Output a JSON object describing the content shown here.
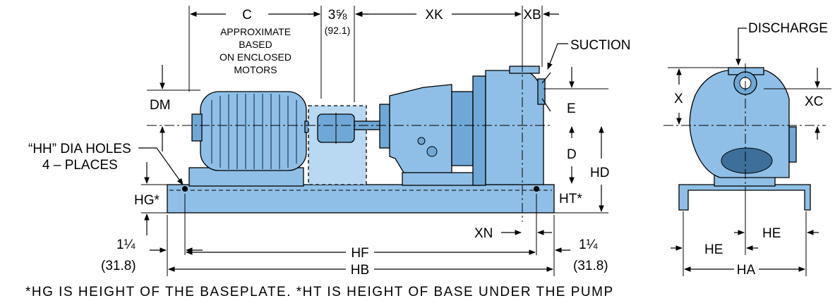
{
  "labels": {
    "c": "C",
    "three_fifths": "3⅝",
    "three_fifths_mm": "(92.1)",
    "xk": "XK",
    "xb": "XB",
    "approx_1": "APPROXIMATE",
    "approx_2": "BASED",
    "approx_3": "ON ENCLOSED",
    "approx_4": "MOTORS",
    "suction": "SUCTION",
    "discharge": "DISCHARGE",
    "dm": "DM",
    "e": "E",
    "d": "D",
    "hd": "HD",
    "hg": "HG*",
    "ht": "HT*",
    "hh_1": "“HH” DIA HOLES",
    "hh_2": "4 – PLACES",
    "xn": "XN",
    "hf": "HF",
    "hb": "HB",
    "left_frac": "1¼",
    "left_mm": "(31.8)",
    "right_frac": "1¼",
    "right_mm": "(31.8)",
    "x": "X",
    "xc": "XC",
    "he_left": "HE",
    "he_right": "HE",
    "ha": "HA"
  },
  "footnote": "*HG IS HEIGHT OF THE BASEPLATE. *HT IS HEIGHT OF BASE UNDER THE PUMP",
  "colors": {
    "body": "#8fbfe6",
    "body_dark": "#6fa8d6",
    "coupling_guard": "#b9d8f1"
  }
}
